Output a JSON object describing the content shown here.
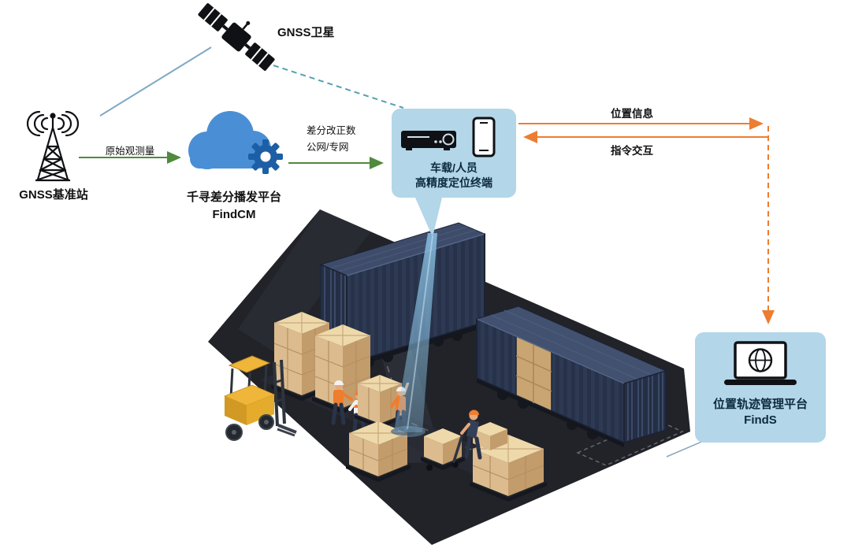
{
  "labels": {
    "satellite": "GNSS卫星",
    "base_station": "GNSS基准站",
    "raw_observation": "原始观测量",
    "correction_line1": "差分改正数",
    "correction_line2": "公网/专网",
    "cloud_platform": "千寻差分播发平台",
    "cloud_platform_name": "FindCM",
    "terminal_line1": "车载/人员",
    "terminal_line2": "高精度定位终端",
    "position_info": "位置信息",
    "command_interaction": "指令交互",
    "mgmt_platform": "位置轨迹管理平台",
    "mgmt_platform_name": "FindS"
  },
  "icons": {
    "satellite": "satellite-icon",
    "base_station": "radio-tower-icon",
    "cloud": "cloud-icon",
    "gear": "gear-icon",
    "receiver": "receiver-device-icon",
    "phone": "smartphone-icon",
    "laptop": "laptop-globe-icon"
  },
  "colors": {
    "arrow_green": "#4f8a3d",
    "arrow_orange": "#ed7d31",
    "card_bg": "#b3d6e9",
    "link_teal_dashed": "#55a0ae",
    "link_steel": "#7fa8c2",
    "beam_blue": "#8ec7ea",
    "cloud_blue": "#4a8fd5",
    "gear_blue": "#1d5fa6",
    "ground_dark": "#212329",
    "container_navy": "#2e3a53",
    "box_tan": "#dcbc8e",
    "forklift_yellow": "#f0b63a"
  }
}
